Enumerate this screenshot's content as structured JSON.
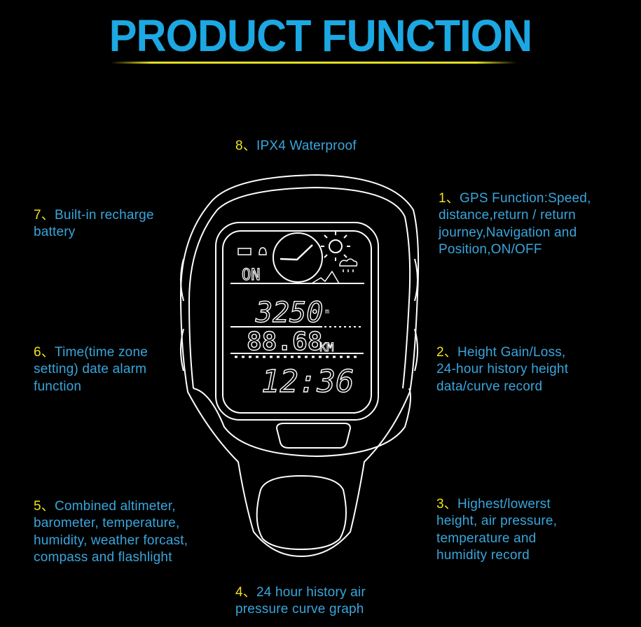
{
  "title": "PRODUCT FUNCTION",
  "features": [
    {
      "num": "1、",
      "lines": [
        "GPS Function:Speed,",
        "distance,return / return",
        "journey,Navigation and",
        "Position,ON/OFF"
      ]
    },
    {
      "num": "2、",
      "lines": [
        "Height Gain/Loss,",
        "24-hour history height",
        "data/curve record"
      ]
    },
    {
      "num": "3、",
      "lines": [
        "Highest/lowerst",
        "height, air pressure,",
        "temperature and",
        "humidity record"
      ]
    },
    {
      "num": "4、",
      "lines": [
        "24 hour history air",
        "pressure curve graph"
      ]
    },
    {
      "num": "5、",
      "lines": [
        "Combined altimeter,",
        "barometer, temperature,",
        "humidity, weather forcast,",
        "compass and flashlight"
      ]
    },
    {
      "num": "6、",
      "lines": [
        "Time(time zone",
        "setting) date alarm",
        "function"
      ]
    },
    {
      "num": "7、",
      "lines": [
        "Built-in recharge",
        "battery"
      ]
    },
    {
      "num": "8、",
      "lines": [
        "IPX4 Waterproof"
      ]
    }
  ],
  "display": {
    "gps_status": "ON",
    "altitude": "3250",
    "altitude_unit": "m",
    "distance": "88.68",
    "distance_unit": "KM",
    "time": "12:36"
  },
  "colors": {
    "title": "#1ca8e2",
    "text": "#38a6dc",
    "number": "#f2e415"
  }
}
